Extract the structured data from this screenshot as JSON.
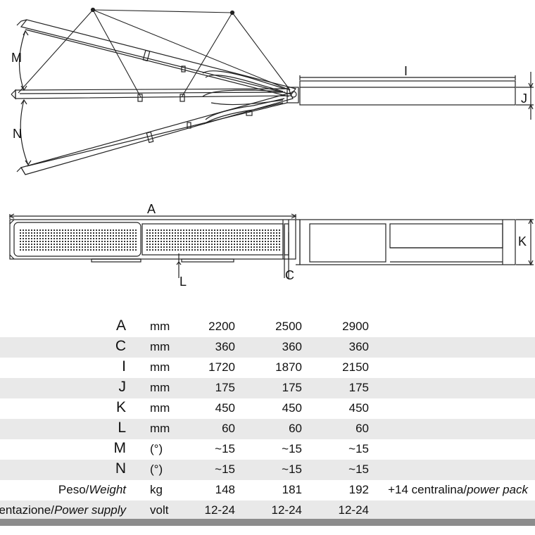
{
  "drawing": {
    "side_view_labels": {
      "M": "M",
      "N": "N",
      "I": "I",
      "J": "J"
    },
    "top_view_labels": {
      "A": "A",
      "K": "K",
      "L": "L",
      "C": "C"
    }
  },
  "specs": {
    "rows": [
      {
        "label": "A",
        "unit": "mm",
        "values": [
          "2200",
          "2500",
          "2900"
        ],
        "note": ""
      },
      {
        "label": "C",
        "unit": "mm",
        "values": [
          "360",
          "360",
          "360"
        ],
        "note": ""
      },
      {
        "label": "I",
        "unit": "mm",
        "values": [
          "1720",
          "1870",
          "2150"
        ],
        "note": ""
      },
      {
        "label": "J",
        "unit": "mm",
        "values": [
          "175",
          "175",
          "175"
        ],
        "note": ""
      },
      {
        "label": "K",
        "unit": "mm",
        "values": [
          "450",
          "450",
          "450"
        ],
        "note": ""
      },
      {
        "label": "L",
        "unit": "mm",
        "values": [
          "60",
          "60",
          "60"
        ],
        "note": ""
      },
      {
        "label": "M",
        "unit": "(°)",
        "values": [
          "~15",
          "~15",
          "~15"
        ],
        "note": ""
      },
      {
        "label": "N",
        "unit": "(°)",
        "values": [
          "~15",
          "~15",
          "~15"
        ],
        "note": ""
      },
      {
        "label": "Peso/",
        "label_italic": "Weight",
        "unit": "kg",
        "values": [
          "148",
          "181",
          "192"
        ],
        "note": "+14 centralina/",
        "note_italic": "power pack"
      },
      {
        "label": "Alimentazione/",
        "label_italic": "Power supply",
        "unit": "volt",
        "values": [
          "12-24",
          "12-24",
          "12-24"
        ],
        "note": ""
      }
    ]
  },
  "colors": {
    "line": "#222222",
    "row_alt": "#e9e9e9",
    "bottom_bar": "#8c8c8c"
  }
}
